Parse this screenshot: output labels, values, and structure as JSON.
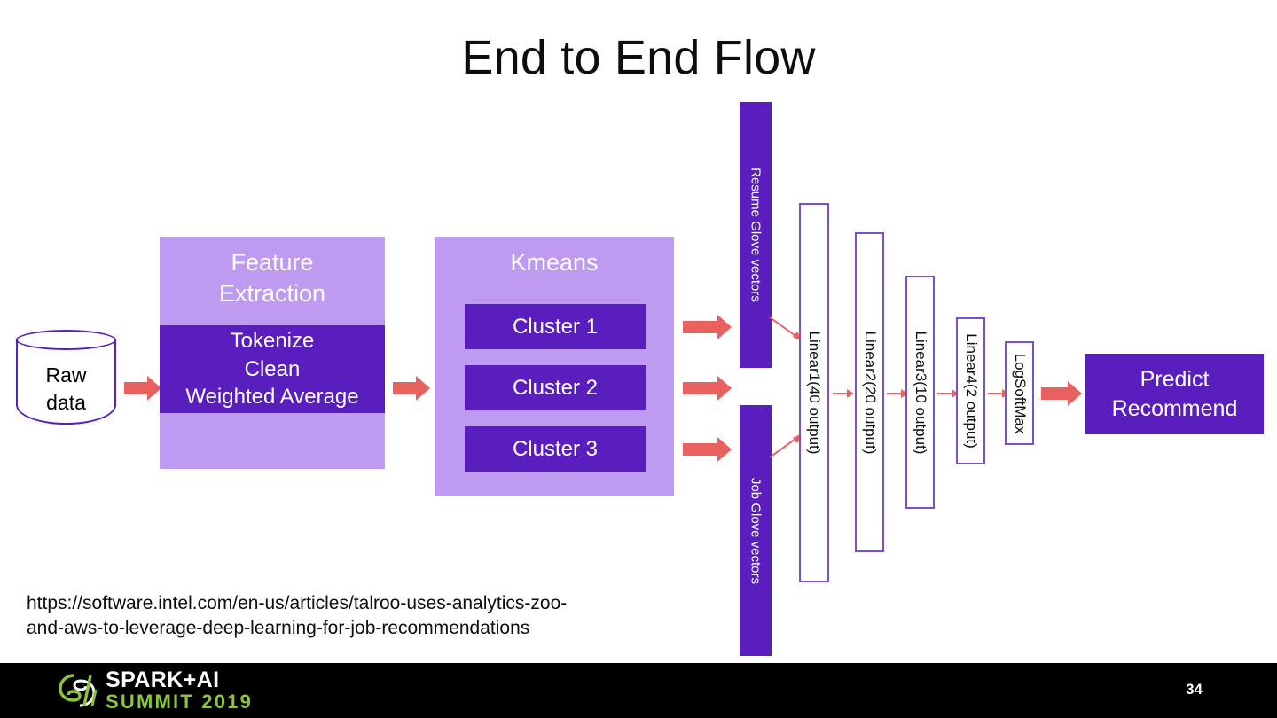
{
  "slide": {
    "title": "End to End Flow",
    "page_number": "34",
    "background_color": "#FFFFFF"
  },
  "palette": {
    "purple_dark": "#5B1EBE",
    "purple_light": "#BE9BF0",
    "purple_outline": "#7B4FD0",
    "arrow_red": "#E9615E",
    "footer_black": "#000000",
    "logo_green": "#8BC53F",
    "text_black": "#0D0D0D",
    "text_white": "#FFFFFF"
  },
  "flow": {
    "source": {
      "icon": "database-cylinder-icon",
      "label_line1": "Raw",
      "label_line2": "data"
    },
    "feature_extraction": {
      "title": "Feature Extraction",
      "title_line1": "Feature",
      "title_line2": "Extraction",
      "steps": [
        "Tokenize",
        "Clean",
        "Weighted Average"
      ],
      "steps_text": "Tokenize\nClean\nWeighted Average"
    },
    "kmeans": {
      "title": "Kmeans",
      "clusters": [
        {
          "label": "Cluster 1"
        },
        {
          "label": "Cluster 2"
        },
        {
          "label": "Cluster 3"
        }
      ]
    },
    "vector_bars": [
      {
        "label": "Resume Glove vectors",
        "position": "top"
      },
      {
        "label": "Job Glove vectors",
        "position": "bottom"
      }
    ],
    "network_layers": [
      {
        "label": "Linear1(40 output)"
      },
      {
        "label": "Linear2(20 output)"
      },
      {
        "label": "Linear3(10 output)"
      },
      {
        "label": "Linear4(2 output)"
      },
      {
        "label": "LogSoftMax"
      }
    ],
    "output": {
      "line1": "Predict",
      "line2": "Recommend"
    }
  },
  "source_url": {
    "line1": "https://software.intel.com/en-us/articles/talroo-uses-analytics-zoo-",
    "line2": "and-aws-to-leverage-deep-learning-for-job-recommendations"
  },
  "footer": {
    "logo_line1": "SPARK+AI",
    "logo_line2": "SUMMIT 2019"
  }
}
